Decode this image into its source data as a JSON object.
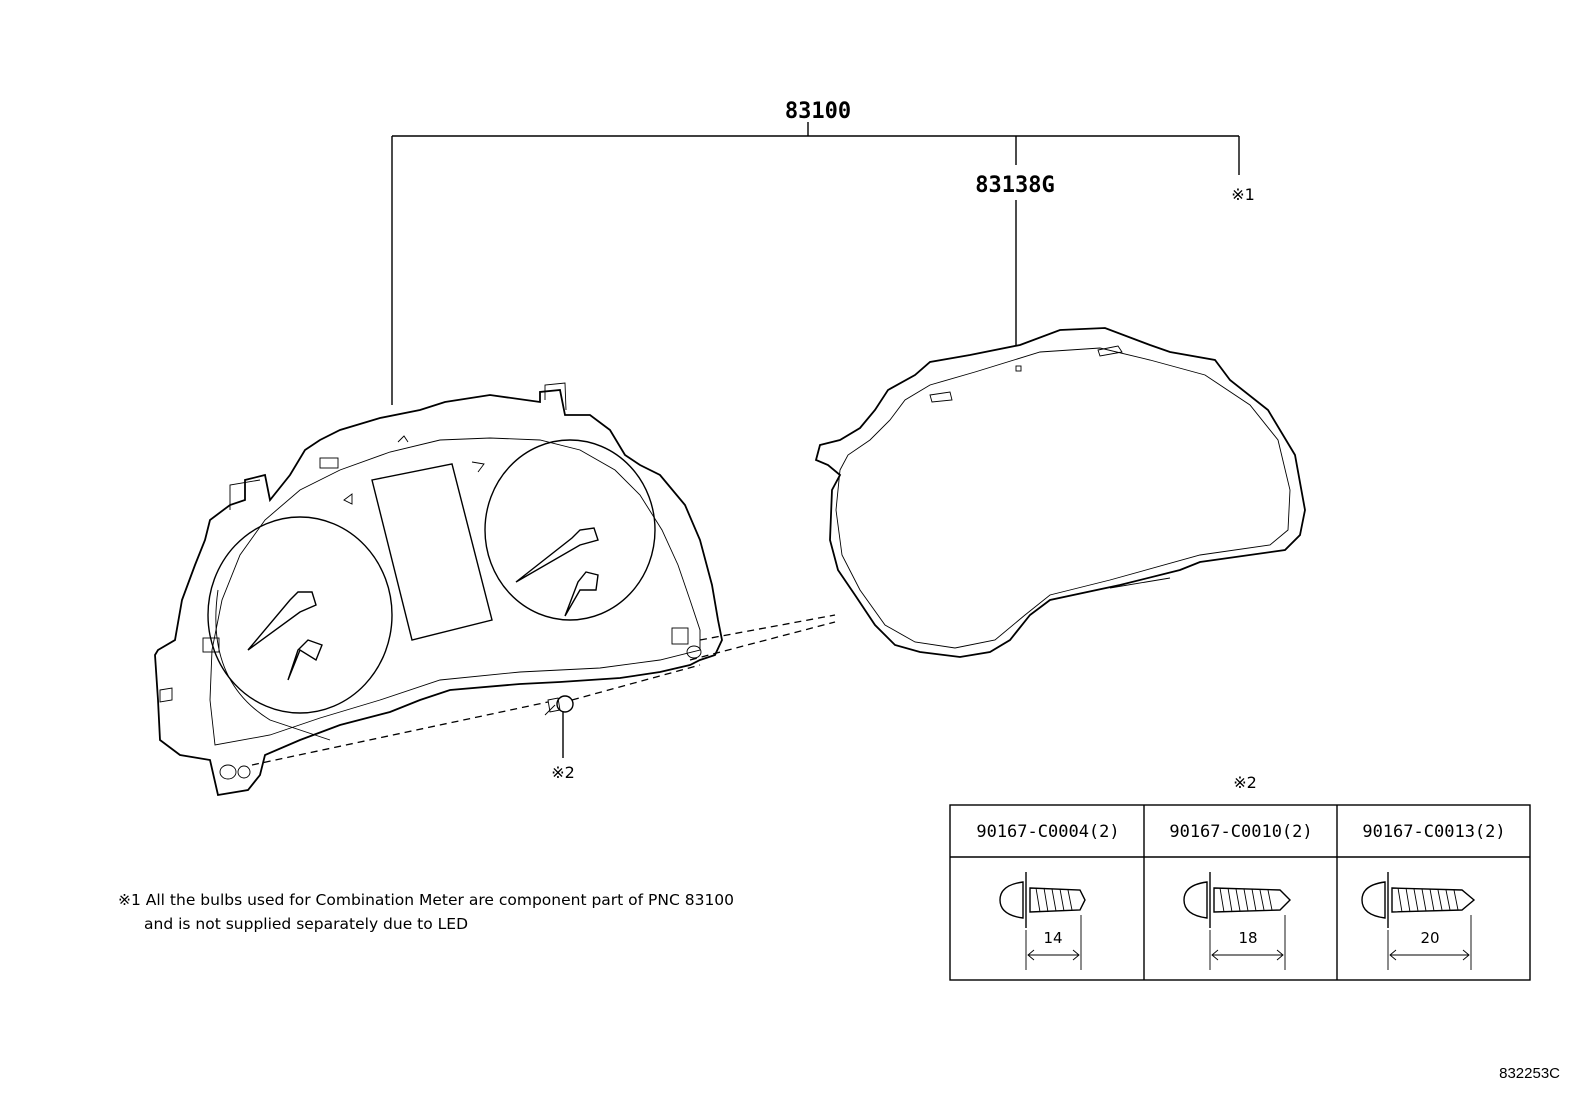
{
  "callouts": {
    "main_pnc": "83100",
    "lens_pnc": "83138G",
    "bulb_ref": "※1",
    "screw_ref": "※2"
  },
  "screw_table": {
    "header_ref": "※2",
    "columns": [
      {
        "part_number": "90167-C0004(2)",
        "length": "14"
      },
      {
        "part_number": "90167-C0010(2)",
        "length": "18"
      },
      {
        "part_number": "90167-C0013(2)",
        "length": "20"
      }
    ]
  },
  "footnote": {
    "line1": "※1  All the bulbs used for Combination Meter are component part of PNC 83100",
    "line2": "and is not supplied separately due to LED"
  },
  "illustration_code": "832253C"
}
